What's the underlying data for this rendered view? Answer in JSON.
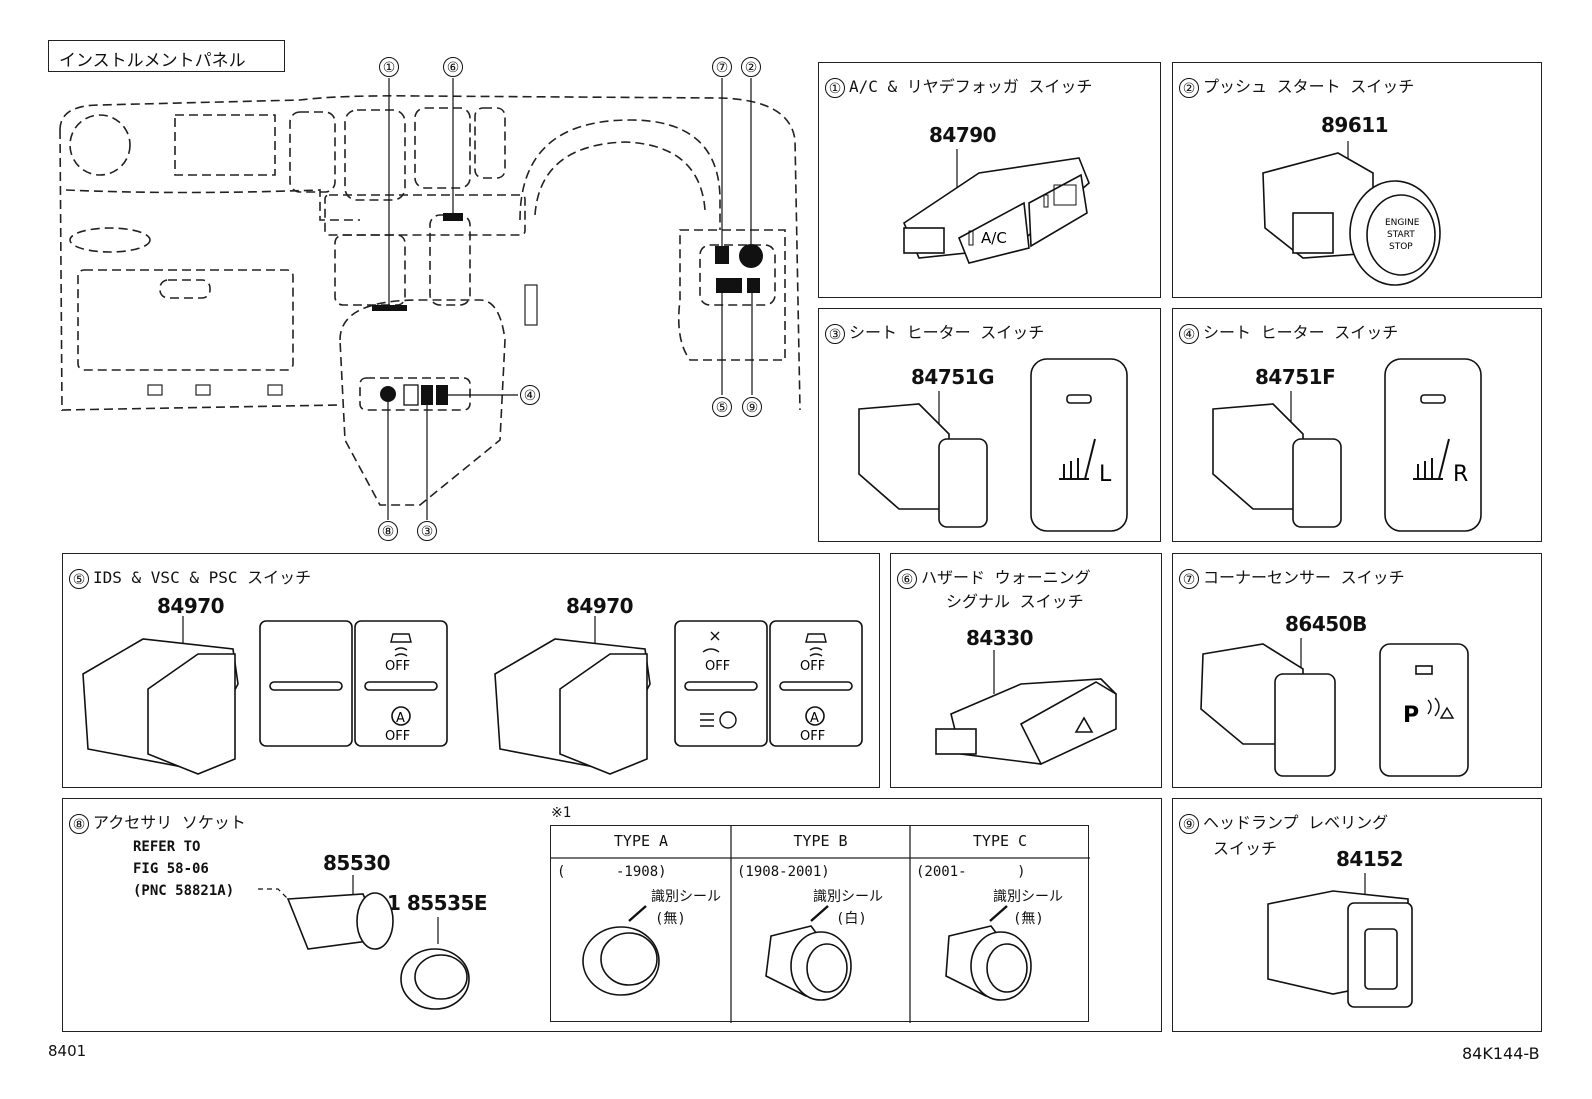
{
  "header": {
    "section_title": "インストルメントパネル"
  },
  "callouts": {
    "c1": "①",
    "c2": "②",
    "c3": "③",
    "c4": "④",
    "c5": "⑤",
    "c6": "⑥",
    "c7": "⑦",
    "c8": "⑧",
    "c9": "⑨"
  },
  "panels": {
    "p1": {
      "num": "①",
      "title": "A/C & リヤデフォッガ スイッチ",
      "part": "84790",
      "btn_ac": "A/C"
    },
    "p2": {
      "num": "②",
      "title": "プッシュ スタート スイッチ",
      "part": "89611",
      "btn_lines": [
        "ENGINE",
        "START",
        "STOP"
      ]
    },
    "p3": {
      "num": "③",
      "title": "シート ヒーター スイッチ",
      "part": "84751G",
      "side": "L"
    },
    "p4": {
      "num": "④",
      "title": "シート ヒーター スイッチ",
      "part": "84751F",
      "side": "R"
    },
    "p5": {
      "num": "⑤",
      "title": "IDS & VSC & PSC スイッチ",
      "part_a": "84970",
      "part_b": "84970",
      "off1": "OFF",
      "off2": "OFF",
      "off3": "OFF",
      "off4": "OFF",
      "off5": "OFF",
      "a_letter": "A"
    },
    "p6": {
      "num": "⑥",
      "title_line1": "ハザード ウォーニング",
      "title_line2": "シグナル スイッチ",
      "part": "84330"
    },
    "p7": {
      "num": "⑦",
      "title": "コーナーセンサー  スイッチ",
      "part": "86450B",
      "symbol": "P"
    },
    "p8": {
      "num": "⑧",
      "title": "アクセサリ ソケット",
      "refer_lines": [
        "REFER TO",
        "FIG 58-06",
        "(PNC 58821A)"
      ],
      "part_socket": "85530",
      "part_cap": "※1 85535E",
      "note_mark": "※1"
    },
    "p9": {
      "num": "⑨",
      "title_line1": "ヘッドランプ  レベリング",
      "title_line2": "スイッチ",
      "part": "84152"
    }
  },
  "type_table": {
    "columns": [
      {
        "head": "TYPE A",
        "range": "(      -1908)",
        "seal": "識別シール",
        "color": "(無)"
      },
      {
        "head": "TYPE B",
        "range": "(1908-2001)",
        "seal": "識別シール",
        "color": "(白)"
      },
      {
        "head": "TYPE C",
        "range": "(2001-      )",
        "seal": "識別シール",
        "color": "(無)"
      }
    ]
  },
  "footer": {
    "page_code": "8401",
    "figure_code": "84K144-B"
  }
}
